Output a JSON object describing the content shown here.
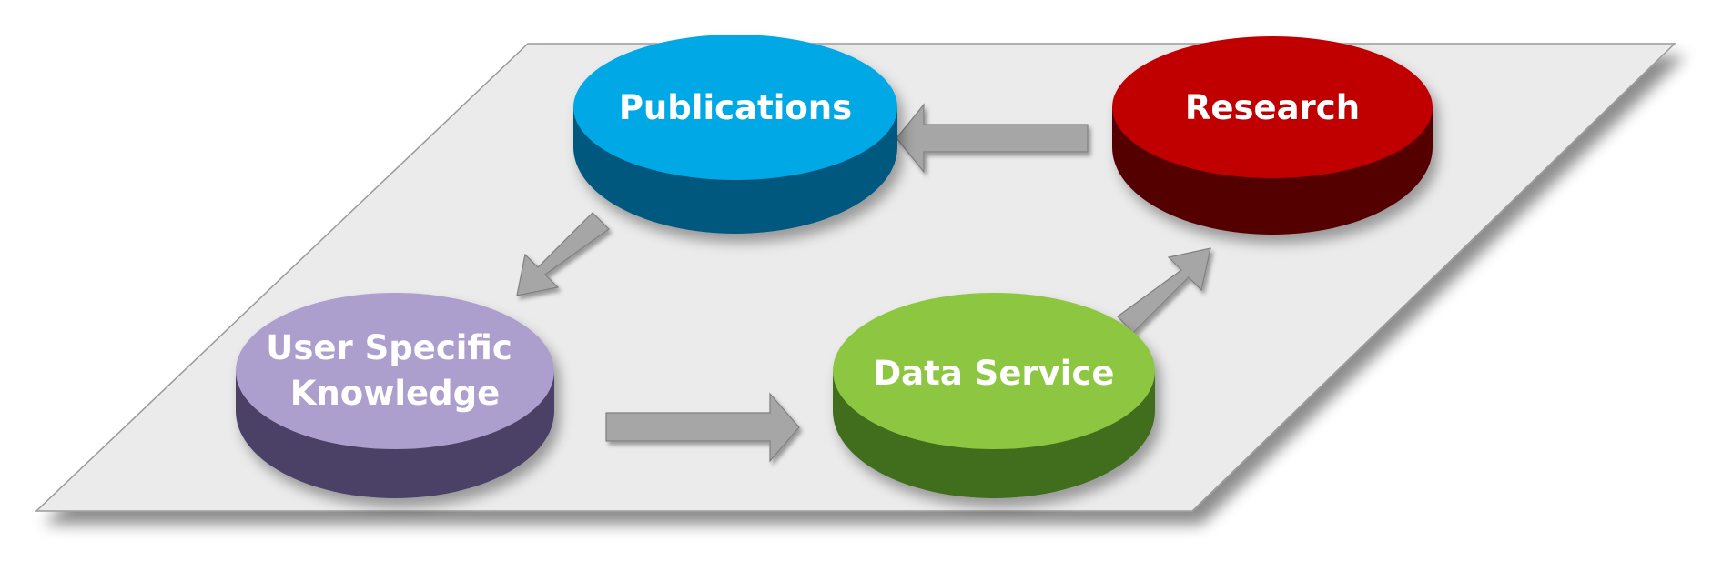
{
  "diagram": {
    "nodes": [
      {
        "id": "publications",
        "lines": [
          "Publications"
        ],
        "top_color": "#00a8e6",
        "side_color": "#00597f"
      },
      {
        "id": "research",
        "lines": [
          "Research"
        ],
        "top_color": "#c00000",
        "side_color": "#540000"
      },
      {
        "id": "user-specific-knowledge",
        "lines": [
          "User Specific",
          "Knowledge"
        ],
        "top_color": "#ad9fcd",
        "side_color": "#4b3f66"
      },
      {
        "id": "data-service",
        "lines": [
          "Data Service"
        ],
        "top_color": "#8dc63f",
        "side_color": "#3f6e1e"
      }
    ],
    "edges": [
      {
        "from": "research",
        "to": "publications"
      },
      {
        "from": "publications",
        "to": "user-specific-knowledge"
      },
      {
        "from": "user-specific-knowledge",
        "to": "data-service"
      },
      {
        "from": "data-service",
        "to": "research"
      }
    ],
    "platform_color": "#ebebeb",
    "arrow_color": "#a6a6a6"
  }
}
